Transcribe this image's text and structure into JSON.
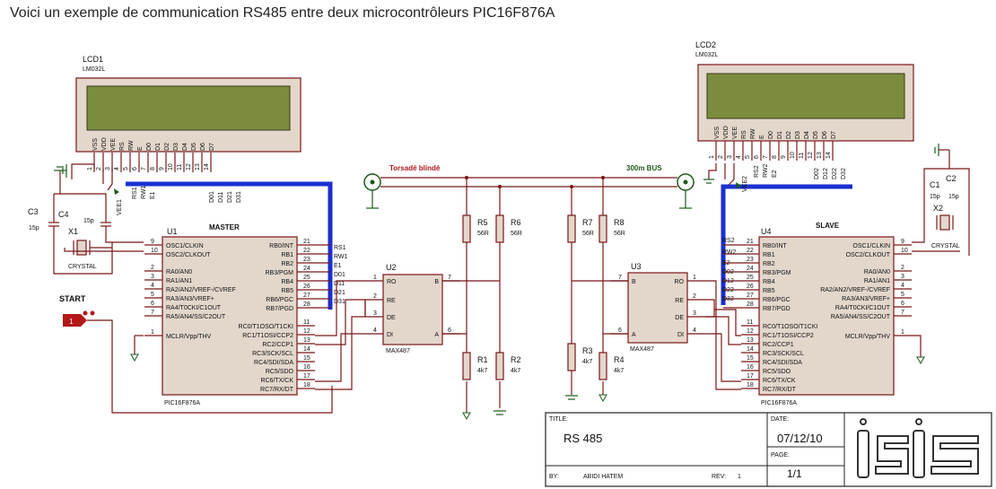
{
  "caption": "Voici un exemple de communication RS485 entre deux microcontrôleurs PIC16F876A",
  "lcd1": {
    "ref": "LCD1",
    "model": "LM032L",
    "pins": [
      "VSS",
      "VDD",
      "VEE",
      "RS",
      "RW",
      "E",
      "D0",
      "D1",
      "D2",
      "D3",
      "D4",
      "D5",
      "D6",
      "D7"
    ],
    "nums": [
      "1",
      "2",
      "3",
      "4",
      "5",
      "6",
      "7",
      "8",
      "9",
      "10",
      "11",
      "12",
      "13",
      "14"
    ],
    "netlabels": [
      "VEE1",
      "RS1",
      "RW1",
      "E1",
      "D01",
      "D11",
      "D21",
      "D31"
    ]
  },
  "lcd2": {
    "ref": "LCD2",
    "model": "LM032L",
    "pins": [
      "VSS",
      "VDD",
      "VEE",
      "RS",
      "RW",
      "E",
      "D0",
      "D1",
      "D2",
      "D3",
      "D4",
      "D5",
      "D6",
      "D7"
    ],
    "nums": [
      "1",
      "2",
      "3",
      "4",
      "5",
      "6",
      "7",
      "8",
      "9",
      "10",
      "11",
      "12",
      "13",
      "14"
    ],
    "netlabels": [
      "VEE2",
      "RS2",
      "RW2",
      "E2",
      "D02",
      "D12",
      "D22",
      "D32"
    ]
  },
  "u1": {
    "ref": "U1",
    "title": "MASTER",
    "part": "PIC16F876A",
    "left": [
      {
        "n": "9",
        "p": "OSC1/CLKIN"
      },
      {
        "n": "10",
        "p": "OSC2/CLKOUT"
      },
      {
        "n": "2",
        "p": "RA0/AN0"
      },
      {
        "n": "3",
        "p": "RA1/AN1"
      },
      {
        "n": "4",
        "p": "RA2/AN2/VREF-/CVREF"
      },
      {
        "n": "5",
        "p": "RA3/AN3/VREF+"
      },
      {
        "n": "6",
        "p": "RA4/T0CKI/C1OUT"
      },
      {
        "n": "7",
        "p": "RA5/AN4/SS/C2OUT"
      },
      {
        "n": "1",
        "p": "MCLR/Vpp/THV"
      }
    ],
    "right": [
      {
        "n": "21",
        "p": "RB0/INT"
      },
      {
        "n": "22",
        "p": "RB1"
      },
      {
        "n": "23",
        "p": "RB2"
      },
      {
        "n": "24",
        "p": "RB3/PGM"
      },
      {
        "n": "25",
        "p": "RB4"
      },
      {
        "n": "26",
        "p": "RB5"
      },
      {
        "n": "27",
        "p": "RB6/PGC"
      },
      {
        "n": "28",
        "p": "RB7/PGD"
      },
      {
        "n": "11",
        "p": "RC0/T1OSO/T1CKI"
      },
      {
        "n": "12",
        "p": "RC1/T1OSI/CCP2"
      },
      {
        "n": "13",
        "p": "RC2/CCP1"
      },
      {
        "n": "14",
        "p": "RC3/SCK/SCL"
      },
      {
        "n": "15",
        "p": "RC4/SDI/SDA"
      },
      {
        "n": "16",
        "p": "RC5/SDO"
      },
      {
        "n": "17",
        "p": "RC6/TX/CK"
      },
      {
        "n": "18",
        "p": "RC7/RX/DT"
      }
    ],
    "netlabels": [
      "RS1",
      "RW1",
      "E1",
      "D01",
      "D11",
      "D21",
      "D31"
    ]
  },
  "u4": {
    "ref": "U4",
    "title": "SLAVE",
    "part": "PIC16F876A",
    "left": [
      {
        "n": "21",
        "p": "RB0/INT"
      },
      {
        "n": "22",
        "p": "RB1"
      },
      {
        "n": "23",
        "p": "RB2"
      },
      {
        "n": "24",
        "p": "RB3/PGM"
      },
      {
        "n": "25",
        "p": "RB4"
      },
      {
        "n": "26",
        "p": "RB5"
      },
      {
        "n": "27",
        "p": "RB6/PGC"
      },
      {
        "n": "28",
        "p": "RB7/PGD"
      },
      {
        "n": "11",
        "p": "RC0/T1OSO/T1CKI"
      },
      {
        "n": "12",
        "p": "RC1/T1OSI/CCP2"
      },
      {
        "n": "13",
        "p": "RC2/CCP1"
      },
      {
        "n": "14",
        "p": "RC3/SCK/SCL"
      },
      {
        "n": "15",
        "p": "RC4/SDI/SDA"
      },
      {
        "n": "16",
        "p": "RC5/SDO"
      },
      {
        "n": "17",
        "p": "RC6/TX/CK"
      },
      {
        "n": "18",
        "p": "RC7/RX/DT"
      }
    ],
    "right": [
      {
        "n": "9",
        "p": "OSC1/CLKIN"
      },
      {
        "n": "10",
        "p": "OSC2/CLKOUT"
      },
      {
        "n": "2",
        "p": "RA0/AN0"
      },
      {
        "n": "3",
        "p": "RA1/AN1"
      },
      {
        "n": "4",
        "p": "RA2/AN2/VREF-/CVREF"
      },
      {
        "n": "5",
        "p": "RA3/AN3/VREF+"
      },
      {
        "n": "6",
        "p": "RA4/T0CKI/C1OUT"
      },
      {
        "n": "7",
        "p": "RA5/AN4/SS/C2OUT"
      },
      {
        "n": "1",
        "p": "MCLR/Vpp/THV"
      }
    ],
    "netlabels": [
      "RS2",
      "RW2",
      "E2",
      "D02",
      "D12",
      "D22",
      "D32"
    ]
  },
  "u2": {
    "ref": "U2",
    "part": "MAX487",
    "left": [
      {
        "n": "1",
        "p": "RO"
      },
      {
        "n": "2",
        "p": "RE"
      },
      {
        "n": "3",
        "p": "DE"
      },
      {
        "n": "4",
        "p": "DI"
      }
    ],
    "right": [
      {
        "n": "7",
        "p": "B"
      },
      {
        "n": "6",
        "p": "A"
      }
    ]
  },
  "u3": {
    "ref": "U3",
    "part": "MAX487",
    "left": [
      {
        "n": "7",
        "p": "B"
      },
      {
        "n": "6",
        "p": "A"
      }
    ],
    "right": [
      {
        "n": "1",
        "p": "RO"
      },
      {
        "n": "2",
        "p": "RE"
      },
      {
        "n": "3",
        "p": "DE"
      },
      {
        "n": "4",
        "p": "DI"
      }
    ]
  },
  "resistors": [
    {
      "ref": "R5",
      "val": "56R"
    },
    {
      "ref": "R6",
      "val": "56R"
    },
    {
      "ref": "R1",
      "val": "4k7"
    },
    {
      "ref": "R2",
      "val": "4k7"
    },
    {
      "ref": "R7",
      "val": "56R"
    },
    {
      "ref": "R8",
      "val": "56R"
    },
    {
      "ref": "R3",
      "val": "4k7"
    },
    {
      "ref": "R4",
      "val": "4k7"
    }
  ],
  "caps": [
    {
      "ref": "C3",
      "val": "15p"
    },
    {
      "ref": "C4",
      "val": "15p"
    },
    {
      "ref": "C1",
      "val": "15p"
    },
    {
      "ref": "C2",
      "val": "15p"
    }
  ],
  "crystals": [
    {
      "ref": "X1",
      "val": "CRYSTAL"
    },
    {
      "ref": "X2",
      "val": "CRYSTAL"
    }
  ],
  "cable": {
    "left_label": "Torsadé blindé",
    "right_label": "300m BUS"
  },
  "start_label": "START",
  "titleblock": {
    "title_label": "TITLE:",
    "title": "RS 485",
    "date_label": "DATE:",
    "date": "07/12/10",
    "page_label": "PAGE:",
    "page": "1/1",
    "by_label": "BY:",
    "by": "ABIDI HATEM",
    "rev_label": "REV:",
    "rev": "1",
    "logo": "isis"
  },
  "colors": {
    "wire": "#7a1616",
    "bus": "#1a2fd0",
    "component_fill": "#e3d7cc",
    "lcd_screen": "#7b8c3f"
  }
}
